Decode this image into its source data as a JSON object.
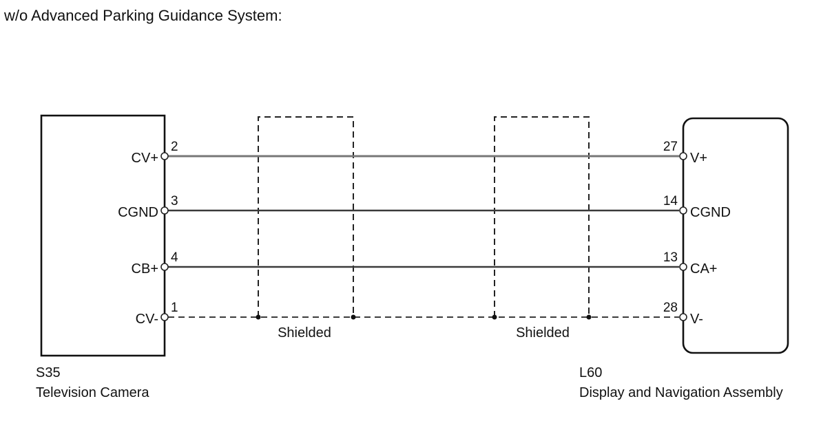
{
  "title": "w/o Advanced Parking Guidance System:",
  "left_component": {
    "code": "S35",
    "name": "Television Camera",
    "pins": [
      {
        "label": "CV+",
        "number": "2"
      },
      {
        "label": "CGND",
        "number": "3"
      },
      {
        "label": "CB+",
        "number": "4"
      },
      {
        "label": "CV-",
        "number": "1"
      }
    ]
  },
  "right_component": {
    "code": "L60",
    "name": "Display and Navigation Assembly",
    "pins": [
      {
        "label": "V+",
        "number": "27"
      },
      {
        "label": "CGND",
        "number": "14"
      },
      {
        "label": "CA+",
        "number": "13"
      },
      {
        "label": "V-",
        "number": "28"
      }
    ]
  },
  "shields": [
    {
      "label": "Shielded"
    },
    {
      "label": "Shielded"
    }
  ]
}
